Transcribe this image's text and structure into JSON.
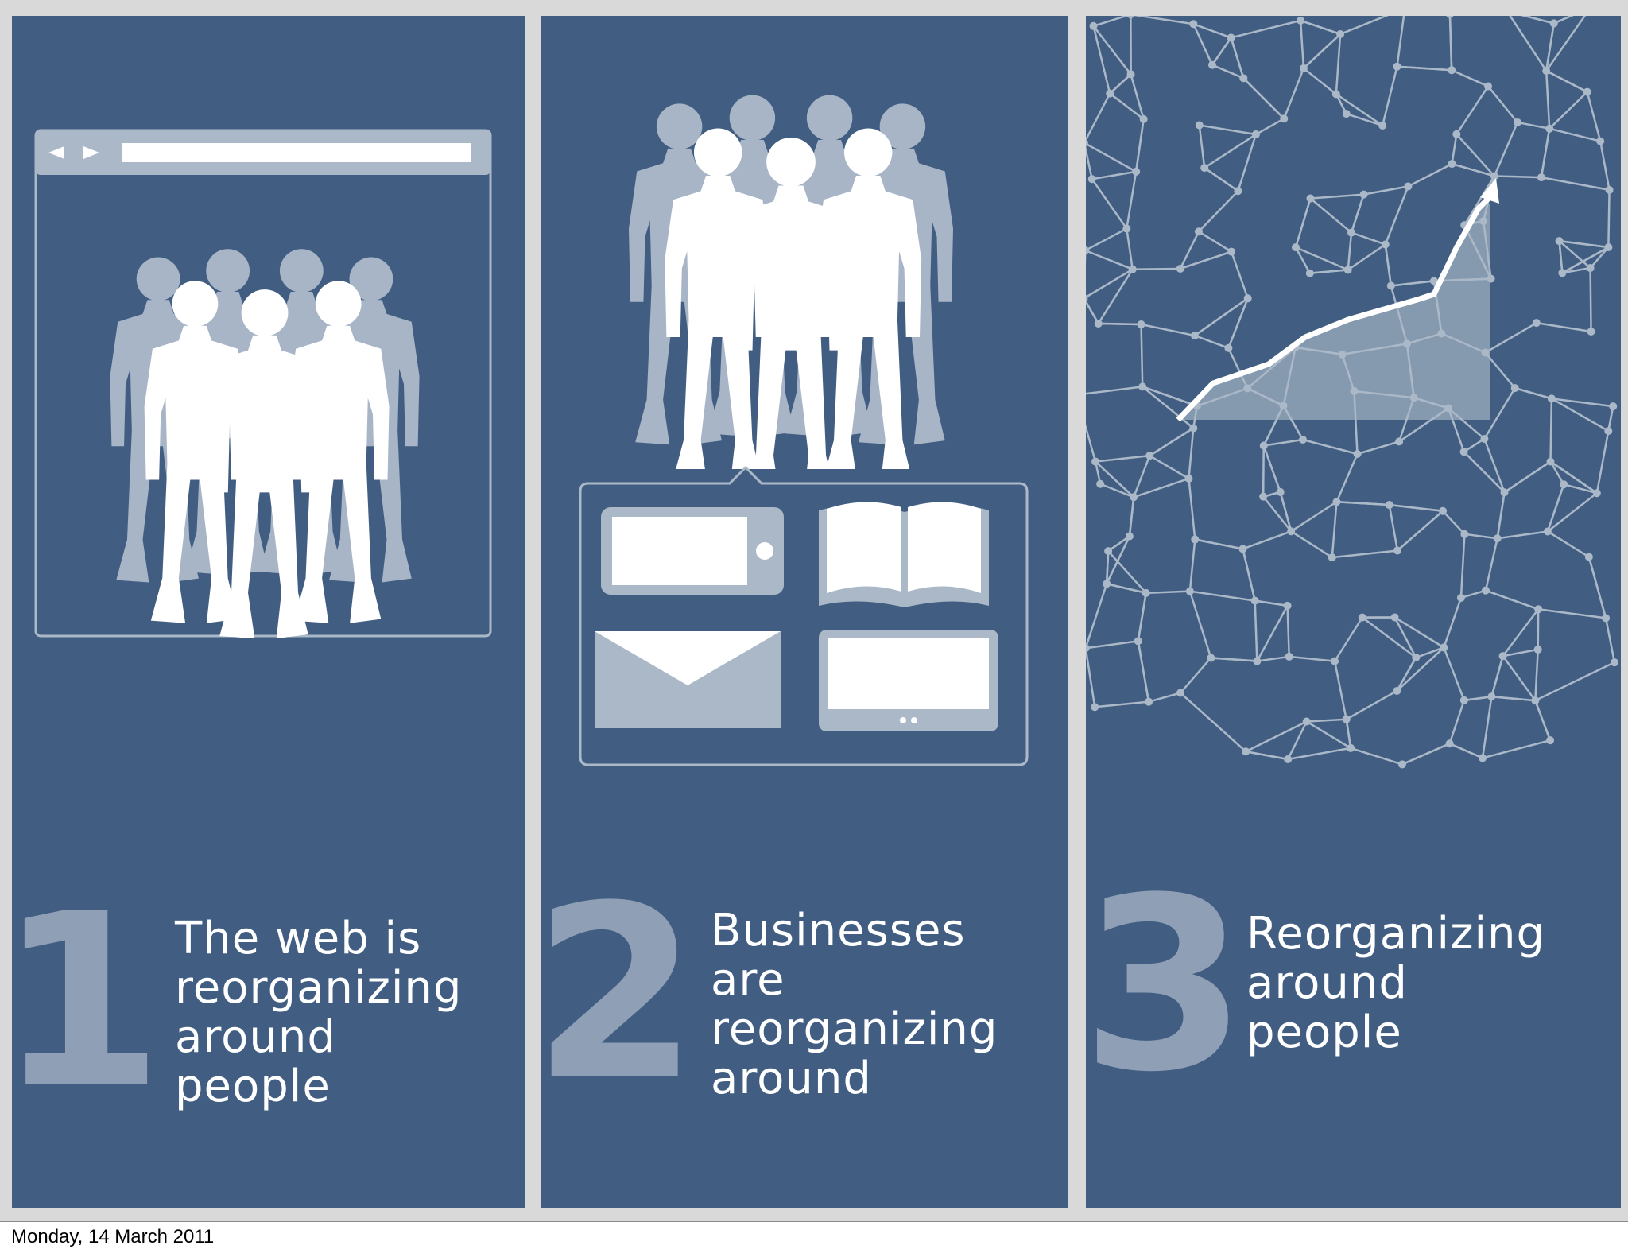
{
  "panels": [
    {
      "number": "1",
      "caption_lines": [
        "The web is",
        "reorganizing",
        "around",
        "people"
      ]
    },
    {
      "number": "2",
      "caption_lines": [
        "Businesses",
        "are",
        "reorganizing",
        "around"
      ]
    },
    {
      "number": "3",
      "caption_lines": [
        "Reorganizing",
        "around",
        "people"
      ]
    }
  ],
  "footer": {
    "date": "Monday, 14 March 2011"
  },
  "colors": {
    "panel_bg": "#415e82",
    "number": "#8e9fb6",
    "frame": "#d9d9d9",
    "silhouette_front": "#ffffff",
    "silhouette_back": "#a7b5c7",
    "network": "#aab8c8"
  },
  "icons": [
    "browser-window-icon",
    "people-group-icon",
    "phone-icon",
    "book-icon",
    "envelope-icon",
    "tablet-icon",
    "network-graph",
    "growth-arrow-icon"
  ]
}
